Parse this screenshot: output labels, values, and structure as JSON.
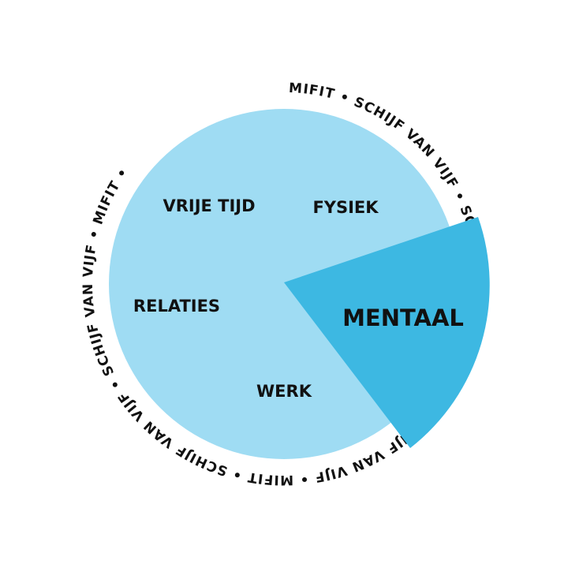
{
  "wheel": {
    "ring_text": "MIFIT • SCHIJF VAN VIJF • SCHIJF VAN VIJF • MIFIT • SCHIJF VAN VIJF • MIFIT • SCHIJF VAN VIJF • SCHIJF VAN VIJF • MIFIT •",
    "segments": [
      {
        "label": "VRIJE TIJD"
      },
      {
        "label": "FYSIEK"
      },
      {
        "label": "RELATIES"
      },
      {
        "label": "WERK"
      },
      {
        "label": "MENTAAL"
      }
    ],
    "colors": {
      "base": "#9fdcf3",
      "highlight": "#3db8e2",
      "text": "#111111"
    }
  }
}
